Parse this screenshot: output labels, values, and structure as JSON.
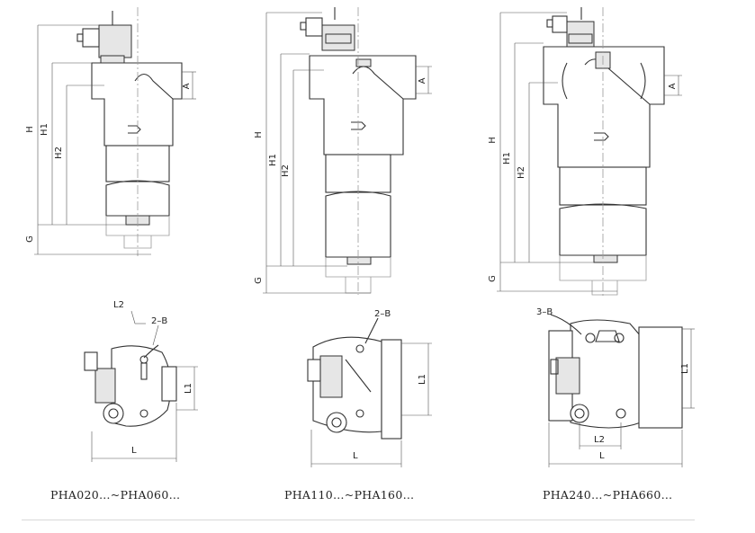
{
  "dimension_labels": {
    "H": "H",
    "H1": "H1",
    "H2": "H2",
    "G": "G",
    "A": "A",
    "L": "L",
    "L1": "L1",
    "L2": "L2",
    "callout_2b": "2–B",
    "callout_3b": "3–B"
  },
  "captions": [
    "PHA020…~PHA060…",
    "PHA110…~PHA160…",
    "PHA240…~PHA660…"
  ]
}
